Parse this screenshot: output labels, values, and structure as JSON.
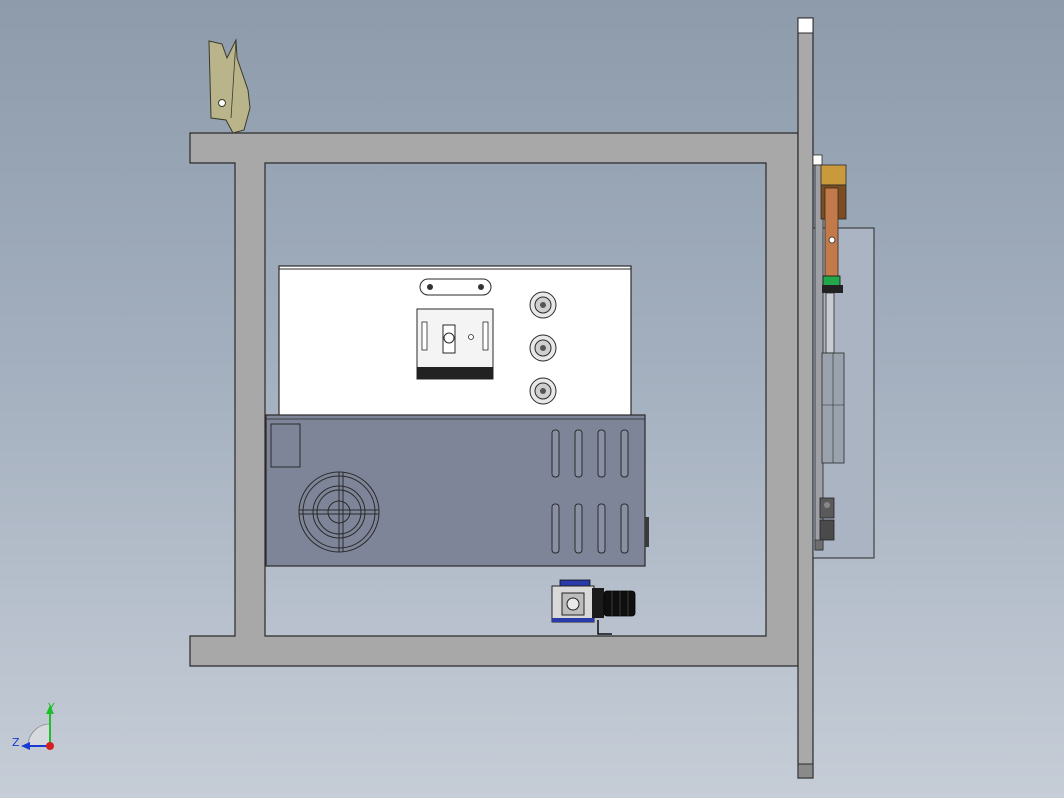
{
  "viewport": {
    "background_top": "#8d9bab",
    "background_bottom": "#c6cdd7"
  },
  "colors": {
    "frame_fill": "#a8a8a8",
    "frame_stroke": "#2a2a2a",
    "panel_fill": "#ffffff",
    "psu_fill": "#7f8599",
    "clip_fill": "#b9b48a",
    "copper": "#c27a4a",
    "brass": "#c99a3c",
    "green_terminal": "#22a84a",
    "cover_fill": "#aab4c2",
    "valve_blue": "#2a3aa8"
  },
  "triad": {
    "y_label": "Y",
    "z_label": "Z",
    "y_color": "#1fbf2a",
    "z_color": "#1a3ad0",
    "x_color": "#d42020"
  },
  "components": [
    "mounting-frame",
    "vertical-back-plate",
    "spring-clip",
    "switch-panel",
    "power-supply",
    "cooling-fan",
    "air-valve",
    "side-terminal-assembly"
  ]
}
